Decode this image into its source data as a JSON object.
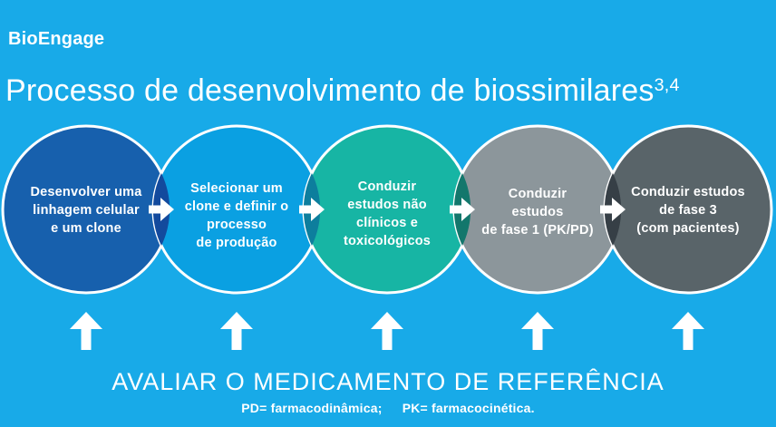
{
  "colors": {
    "background": "#18aae8",
    "white": "#ffffff",
    "step1": "#1760ad",
    "step2": "#0aa0e2",
    "step3": "#17b5a4",
    "step4": "#8c969b",
    "step5": "#596469",
    "overlap_1_2": "#134a9d",
    "overlap_2_3": "#0d7e9d",
    "overlap_3_4": "#13776c",
    "overlap_4_5": "#363f46"
  },
  "header": {
    "brand": "BioEngage",
    "title": "Processo de desenvolvimento de biossimilares",
    "title_superscript": "3,4"
  },
  "steps": [
    {
      "lines": [
        "Desenvolver uma",
        "linhagem celular",
        "e um clone"
      ]
    },
    {
      "lines": [
        "Selecionar um",
        "clone e definir o",
        "processo",
        "de produção"
      ]
    },
    {
      "lines": [
        "Conduzir",
        "estudos não",
        "clínicos e",
        "toxicológicos"
      ]
    },
    {
      "lines": [
        "Conduzir",
        "estudos",
        "de fase 1 (PK/PD)"
      ]
    },
    {
      "lines": [
        "Conduzir estudos",
        "de fase 3",
        "(com pacientes)"
      ]
    }
  ],
  "footer": {
    "headline": "AVALIAR O MEDICAMENTO DE REFERÊNCIA",
    "legend_pd": "PD= farmacodinâmica;",
    "legend_pk": "PK= farmacocinética."
  }
}
